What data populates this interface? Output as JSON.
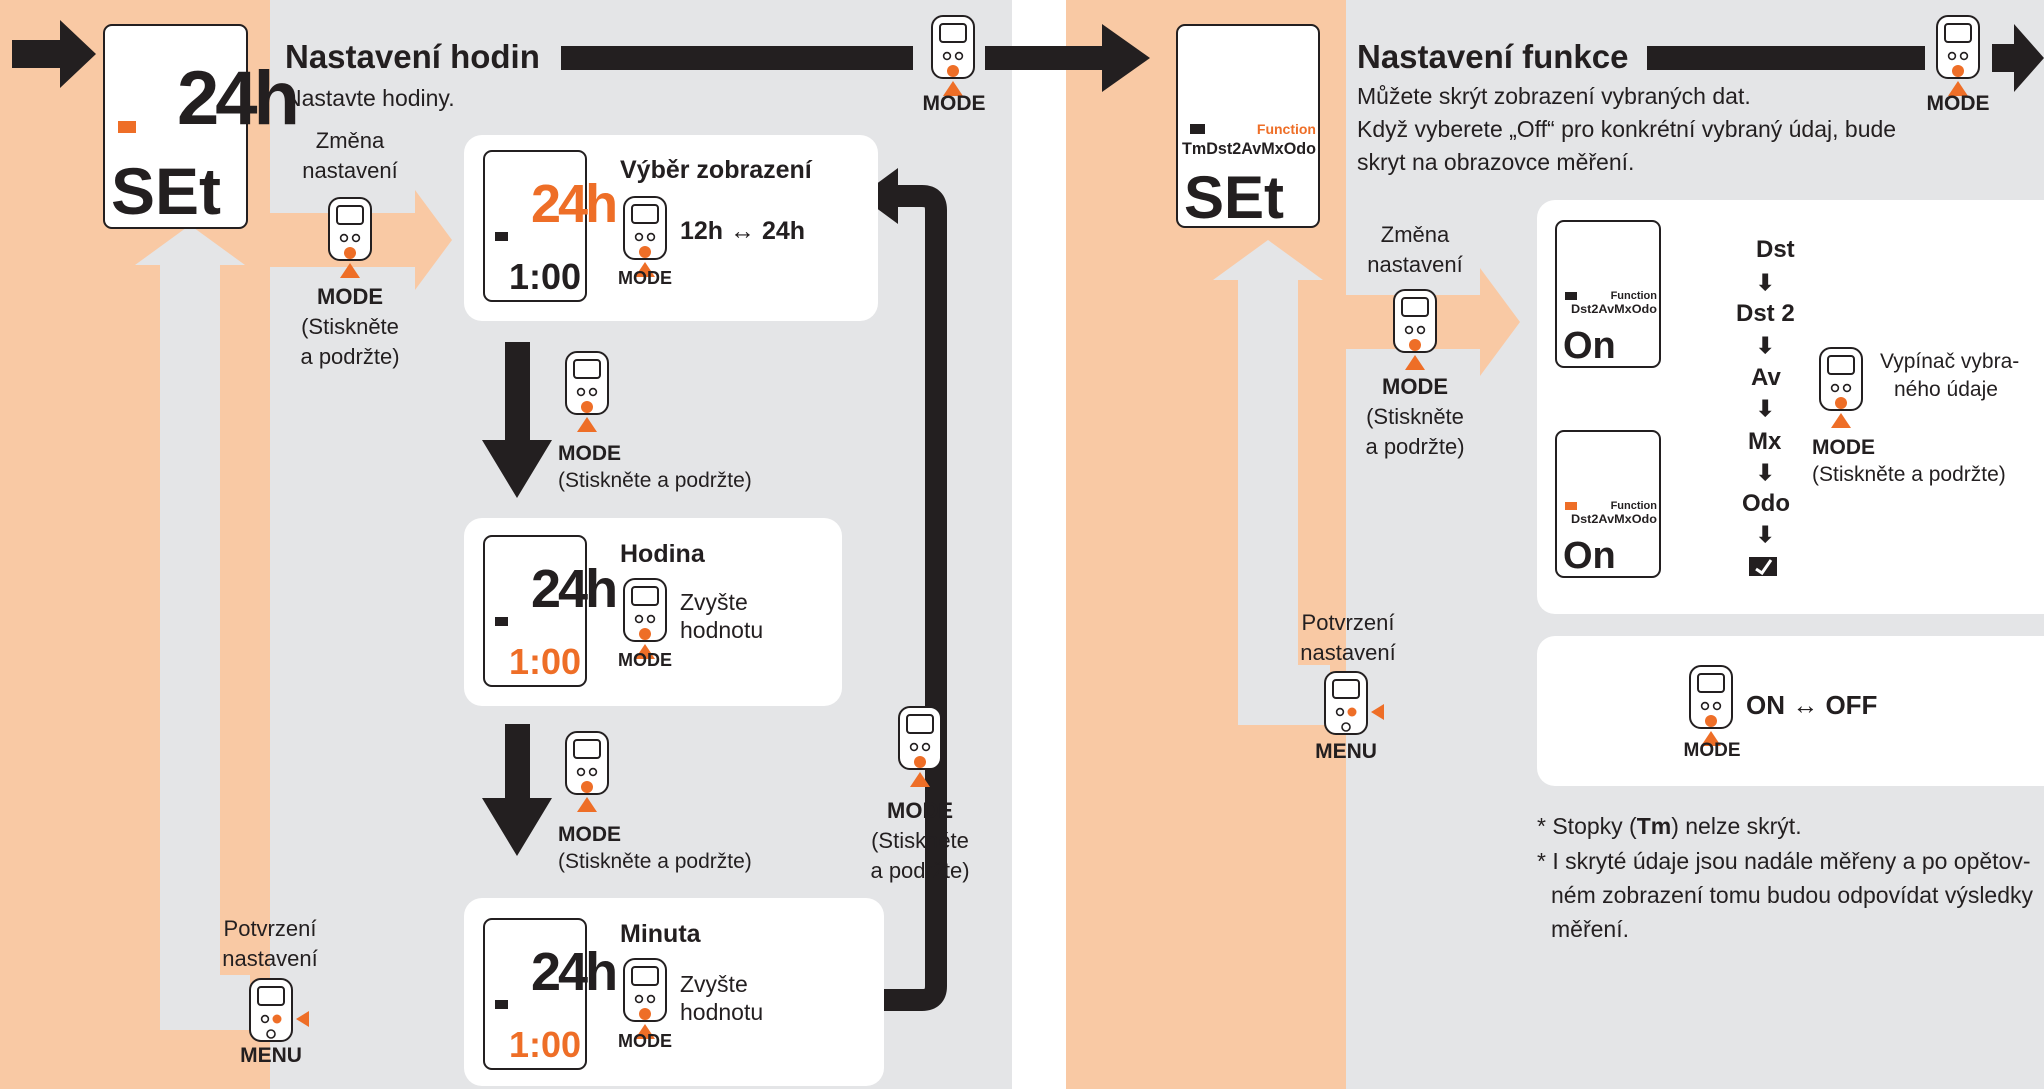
{
  "colors": {
    "peach": "#f9c9a4",
    "gray": "#e4e5e7",
    "orange": "#ee6e27",
    "dark": "#231f20"
  },
  "left": {
    "title": "Nastavení hodin",
    "subtitle": "Nastavte hodiny.",
    "top_mode": "MODE",
    "change": {
      "line1": "Změna",
      "line2": "nastavení",
      "mode": "MODE",
      "hold1": "(Stiskněte",
      "hold2": "a podržte)"
    },
    "confirm": {
      "line1": "Potvrzení",
      "line2": "nastavení",
      "menu": "MENU"
    },
    "lcd_main": {
      "top": "24h",
      "bottom": "SEt"
    },
    "step1": {
      "title": "Výběr zobrazení",
      "value": "12h ↔ 24h",
      "mode": "MODE",
      "lcd_top": "24h",
      "lcd_bottom": "1:00"
    },
    "down1": {
      "mode": "MODE",
      "hold": "(Stiskněte a podržte)"
    },
    "step2": {
      "title": "Hodina",
      "desc1": "Zvyšte",
      "desc2": "hodnotu",
      "mode": "MODE",
      "lcd_top": "24h",
      "lcd_bottom": "1:00"
    },
    "down2": {
      "mode": "MODE",
      "hold": "(Stiskněte a podržte)"
    },
    "step3": {
      "title": "Minuta",
      "desc1": "Zvyšte",
      "desc2": "hodnotu",
      "mode": "MODE",
      "lcd_top": "24h",
      "lcd_bottom": "1:00"
    },
    "back": {
      "mode": "MODE",
      "hold1": "(Stiskněte",
      "hold2": "a podržte)"
    }
  },
  "right": {
    "title": "Nastavení funkce",
    "line1": "Můžete skrýt zobrazení vybraných dat.",
    "line2": "Když vyberete „Off“ pro konkrétní vybraný údaj, bude",
    "line3": "skryt na obrazovce měření.",
    "top_mode": "MODE",
    "lcd_main": {
      "badge": "Function",
      "row": "TmDst2AvMxOdo",
      "bottom": "SEt"
    },
    "change": {
      "line1": "Změna",
      "line2": "nastavení",
      "mode": "MODE",
      "hold1": "(Stiskněte",
      "hold2": "a podržte)"
    },
    "confirm": {
      "line1": "Potvrzení",
      "line2": "nastavení",
      "menu": "MENU"
    },
    "lcd_a": {
      "badge": "Function",
      "row": "Dst2AvMxOdo",
      "bottom": "On"
    },
    "lcd_b": {
      "badge": "Function",
      "row": "Dst2AvMxOdo",
      "bottom": "On"
    },
    "cycle": [
      "Dst",
      "Dst 2",
      "Av",
      "Mx",
      "Odo"
    ],
    "toggle": {
      "desc1": "Vypínač vybra-",
      "desc2": "ného údaje",
      "mode": "MODE",
      "hold": "(Stiskněte a podržte)"
    },
    "onoff": {
      "value": "ON ↔ OFF",
      "mode": "MODE"
    },
    "notes": {
      "n1_pre": "* Stopky (",
      "n1_bold": "Tm",
      "n1_post": ") nelze skrýt.",
      "n2_l1": "* I skryté údaje jsou nadále měřeny a po opětov-",
      "n2_l2": "ném zobrazení tomu budou odpovídat výsledky",
      "n2_l3": "měření."
    }
  }
}
